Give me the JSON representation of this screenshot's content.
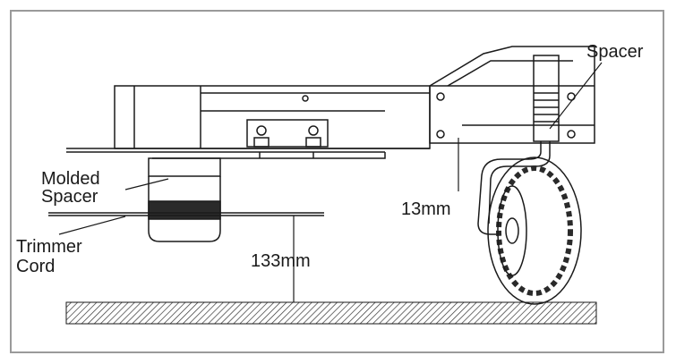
{
  "labels": {
    "spacer": "Spacer",
    "molded_spacer_line1": "Molded",
    "molded_spacer_line2": "Spacer",
    "trimmer_cord_line1": "Trimmer",
    "trimmer_cord_line2": "Cord",
    "cord_height": "133mm",
    "spacer_height": "13mm"
  },
  "colors": {
    "line": "#1a1a1a",
    "frame": "#9a9a9a",
    "ground_hatch": "#333333",
    "background": "#ffffff"
  },
  "icons": {
    "wheel": "tire-wheel-icon",
    "ground": "ground-hatch-icon"
  }
}
